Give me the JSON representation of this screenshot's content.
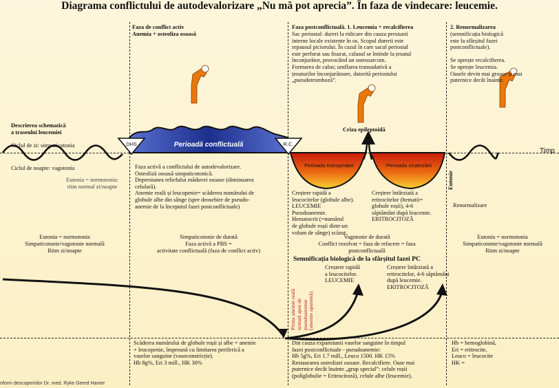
{
  "title": "Diagrama conflictului de autodevalorizare „Nu mă pot aprecia”. În faza de vindecare: leucemie.",
  "left": {
    "schematic_line1": "Descrierea schematică",
    "schematic_line2": "a traseului leucemiei",
    "day_cycle": "Ciclul de zi: simpaticotonia",
    "night_cycle": "Ciclul de noapte: vagotonia",
    "eutonia_line1": "Eutonia = normotonia:",
    "eutonia_line2": "ritm normal zi/noapte",
    "bottom_line1": "Eutonia = normotonia",
    "bottom_line2": "Simpaticotonie/vagotonie normală",
    "bottom_line3": "Ritm zi/noapte"
  },
  "active": {
    "head_line1": "Faza de conflict activ",
    "head_line2": "Anemia + osteoliza osoasă",
    "band_label": "Perioadă conflictuală",
    "dhs": "DHS",
    "body": [
      "Faza activă a conflictului de autodevalorizare.",
      "Osteoliză osoasă simpaticotonică.",
      "Depresiunea reliefului măduvei osoase (diminuarea",
      "celulară).",
      "Anemie reală și leucopenie= scăderea numărului de",
      "globule albe din sânge (spre deosebire de pseudo-",
      "anemie de la începutul fazei postconflictuale)"
    ],
    "bottom_line1": "Simpaticotonie de durată",
    "bottom_line2": "Faza activă a PBS =",
    "bottom_line3": "activitate conflictuală (faza de conflict activ)"
  },
  "post": {
    "head_bold": "Faza postconflictuală. 1. Leucemia + recalcifierea",
    "head_body": [
      "Sac periostal: dureri la ridicare din cauza presiunii",
      "interne locale existente în os. Scopul durerii este",
      "repausul piciorului. În cazul în care sacul periostal",
      "este perforat sau fisurat, calusul se întinde la țesutul",
      "înconjurător, provocând un osteosarcom.",
      "Formarea de calus; umflarea transudativă a",
      "țesuturilor înconjurătoare, datorită periostului",
      "„pseudotromboză”."
    ],
    "rc": "R.C.",
    "crisis": "Criza epileptoidă",
    "transp": "Perioada transpirației",
    "cicatr": "Perioada cicatrizării",
    "left_col": [
      "Creștere rapidă a",
      "leucocitelor (globule albe).",
      "LEUCEMIE",
      "Pseudoanemie.",
      "Hematocrit (=numărul",
      "de globule roșii dintr-un",
      "volum de sânge) scăzut."
    ],
    "right_col": [
      "Creștere întârziată a",
      "eritrocitelor (hematii=",
      "globule roșii), 4-6",
      "săptămâni după leucemie.",
      "ERITROCITOZĂ"
    ],
    "bottom_line1": "Vagotonie de durată",
    "bottom_line2": "Conflict rezolvat = faza de refacere = faza",
    "bottom_line3": "postconflictuală"
  },
  "norm": {
    "head_bold": "2. Renormalizarea",
    "head_body": [
      "(semnificația biologică",
      "este la sfârșitul fazei",
      "postconflictuale).",
      "",
      "Se oprește recalcifierea.",
      "Se oprește leucemia.",
      "Oasele devin mai groase și mai",
      "puternice decât înainte."
    ],
    "eutonie": "Eutonie",
    "renorm": "Renormalizare",
    "bottom_line1": "Eutonia = normotonia",
    "bottom_line2": "Simpaticotonie/vagotonie normală",
    "bottom_line3": "Ritm zi/noapte"
  },
  "timp": "Timp",
  "semn": {
    "title": "Semnificația biologică de la sfârșitul fazei PC",
    "left": [
      "Creștere rapidă",
      "a leucocitelor.",
      "LEUCEMIE"
    ],
    "right": [
      "Creștere întârziată a",
      "eritrocitelor, 4-6 săptămâni",
      "după leucemie.",
      "ERITROCITOZĂ"
    ],
    "vertical": [
      "Prima anemie reală",
      "urmată apoi de",
      "pseudoanemie",
      "(anemie aparentă)."
    ]
  },
  "bottom": {
    "active": [
      "Scăderea numărului de globule roșii și albe = anemie",
      "+ leucopenie, împreună cu limitarea periferică a",
      "vaselor sanguine (vasoconstricție).",
      "Hb 8g%, Eri 3 mill., HK 30%"
    ],
    "post": [
      "Din cauza expansiunii vaselor sanguine în timpul",
      "fazei postconflictuale - pseudoanemie:",
      "Hb 5g%, Eri 1.7 mill., Leuco 1500. HK 15%",
      "Restaurarea osteolizei osoase. Recalcifiere. Oase mai",
      "puternice decât înainte „grup special”: celule roșii",
      "(poliglobulie = Eritrocitoză), celule albe (leucemie)."
    ],
    "legend": [
      "Hb = hemoglobină,",
      "Eri = eritrocite,",
      "Leuco = leucocite",
      "HK ="
    ]
  },
  "footer": "nform descoperirilor Dr. med. Ryke Geerd Hamer",
  "colors": {
    "band_dark": "#1c2f8c",
    "band_light": "#5a6fd0",
    "bump_red": "#d42a10",
    "bump_yellow": "#f7c020",
    "figure_orange": "#e8780c",
    "arrow_line": "#111111"
  }
}
